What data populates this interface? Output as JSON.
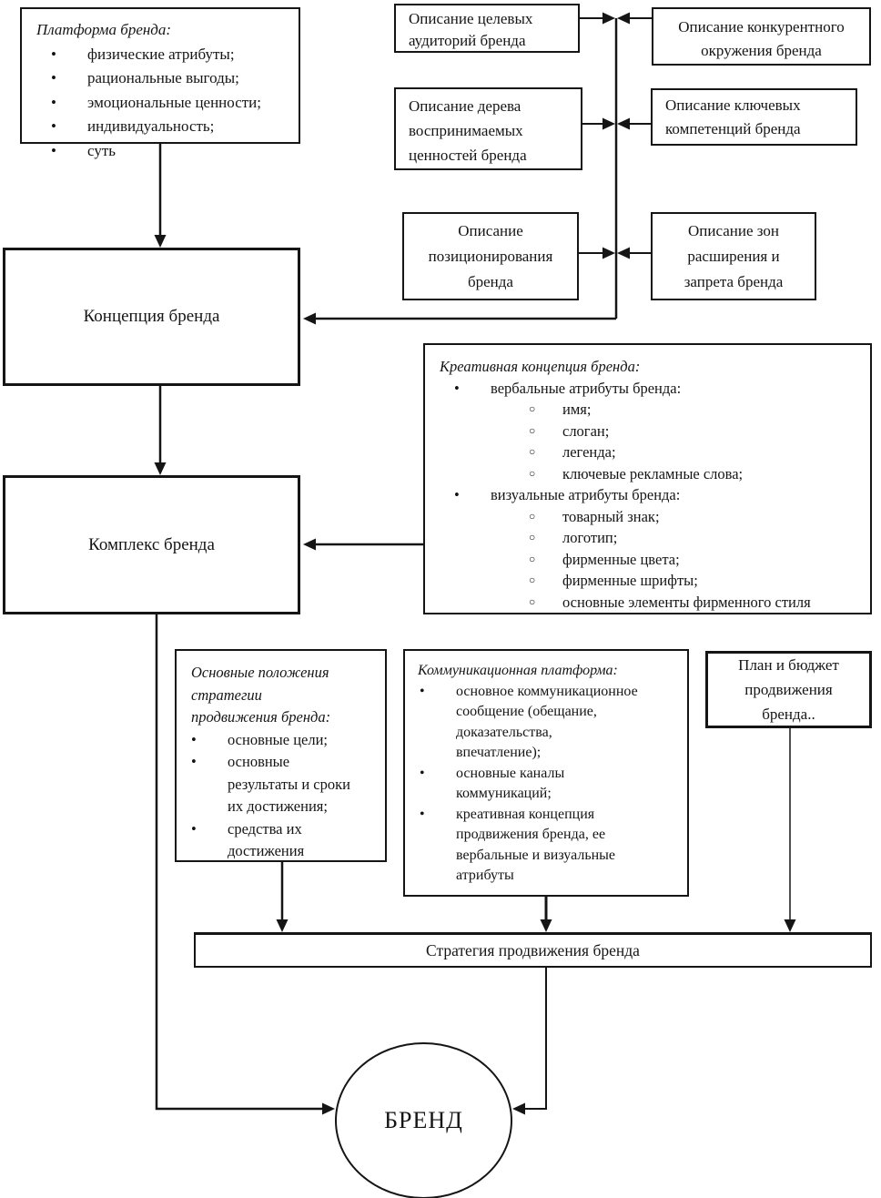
{
  "icons": {
    "bullet": "•",
    "sub_bullet": "○"
  },
  "diagram": {
    "platform": {
      "title": "Платформа бренда:",
      "items": [
        "физические атрибуты;",
        "рациональные выгоды;",
        "эмоциональные ценности;",
        "индивидуальность;",
        "суть"
      ]
    },
    "inputs": {
      "target_audience": "Описание целевых\nаудиторий бренда",
      "competitive": "Описание конкурентного\nокружения бренда",
      "value_tree": "Описание дерева\nвоспринимаемых\nценностей бренда",
      "competences": "Описание ключевых\nкомпетенций бренда",
      "positioning": "Описание\nпозиционирования\nбренда",
      "zones": "Описание зон\nрасширения и\nзапрета бренда"
    },
    "concept": "Концепция бренда",
    "complex": "Комплекс бренда",
    "creative": {
      "title": "Креативная концепция бренда:",
      "groups": [
        {
          "label": "вербальные атрибуты бренда:",
          "items": [
            "имя;",
            "слоган;",
            "легенда;",
            "ключевые рекламные слова;"
          ]
        },
        {
          "label": "визуальные атрибуты бренда:",
          "items": [
            "товарный знак;",
            "логотип;",
            "фирменные цвета;",
            "фирменные шрифты;",
            "основные элементы фирменного стиля"
          ]
        }
      ]
    },
    "strategy_points": {
      "title": "Основные положения\nстратегии\nпродвижения бренда:",
      "items": [
        "основные цели;",
        "основные\nрезультаты и сроки\nих достижения;",
        "средства их\nдостижения"
      ]
    },
    "communication": {
      "title": "Коммуникационная платформа:",
      "items": [
        "основное коммуникационное\nсообщение (обещание,\nдоказательства,\nвпечатление);",
        "основные каналы\nкоммуникаций;",
        "креативная концепция\nпродвижения бренда, ее\nвербальные и визуальные\nатрибуты"
      ]
    },
    "plan": "План и бюджет\nпродвижения\nбренда..",
    "strategy_bar": "Стратегия продвижения бренда",
    "brand": "БРЕНД"
  }
}
